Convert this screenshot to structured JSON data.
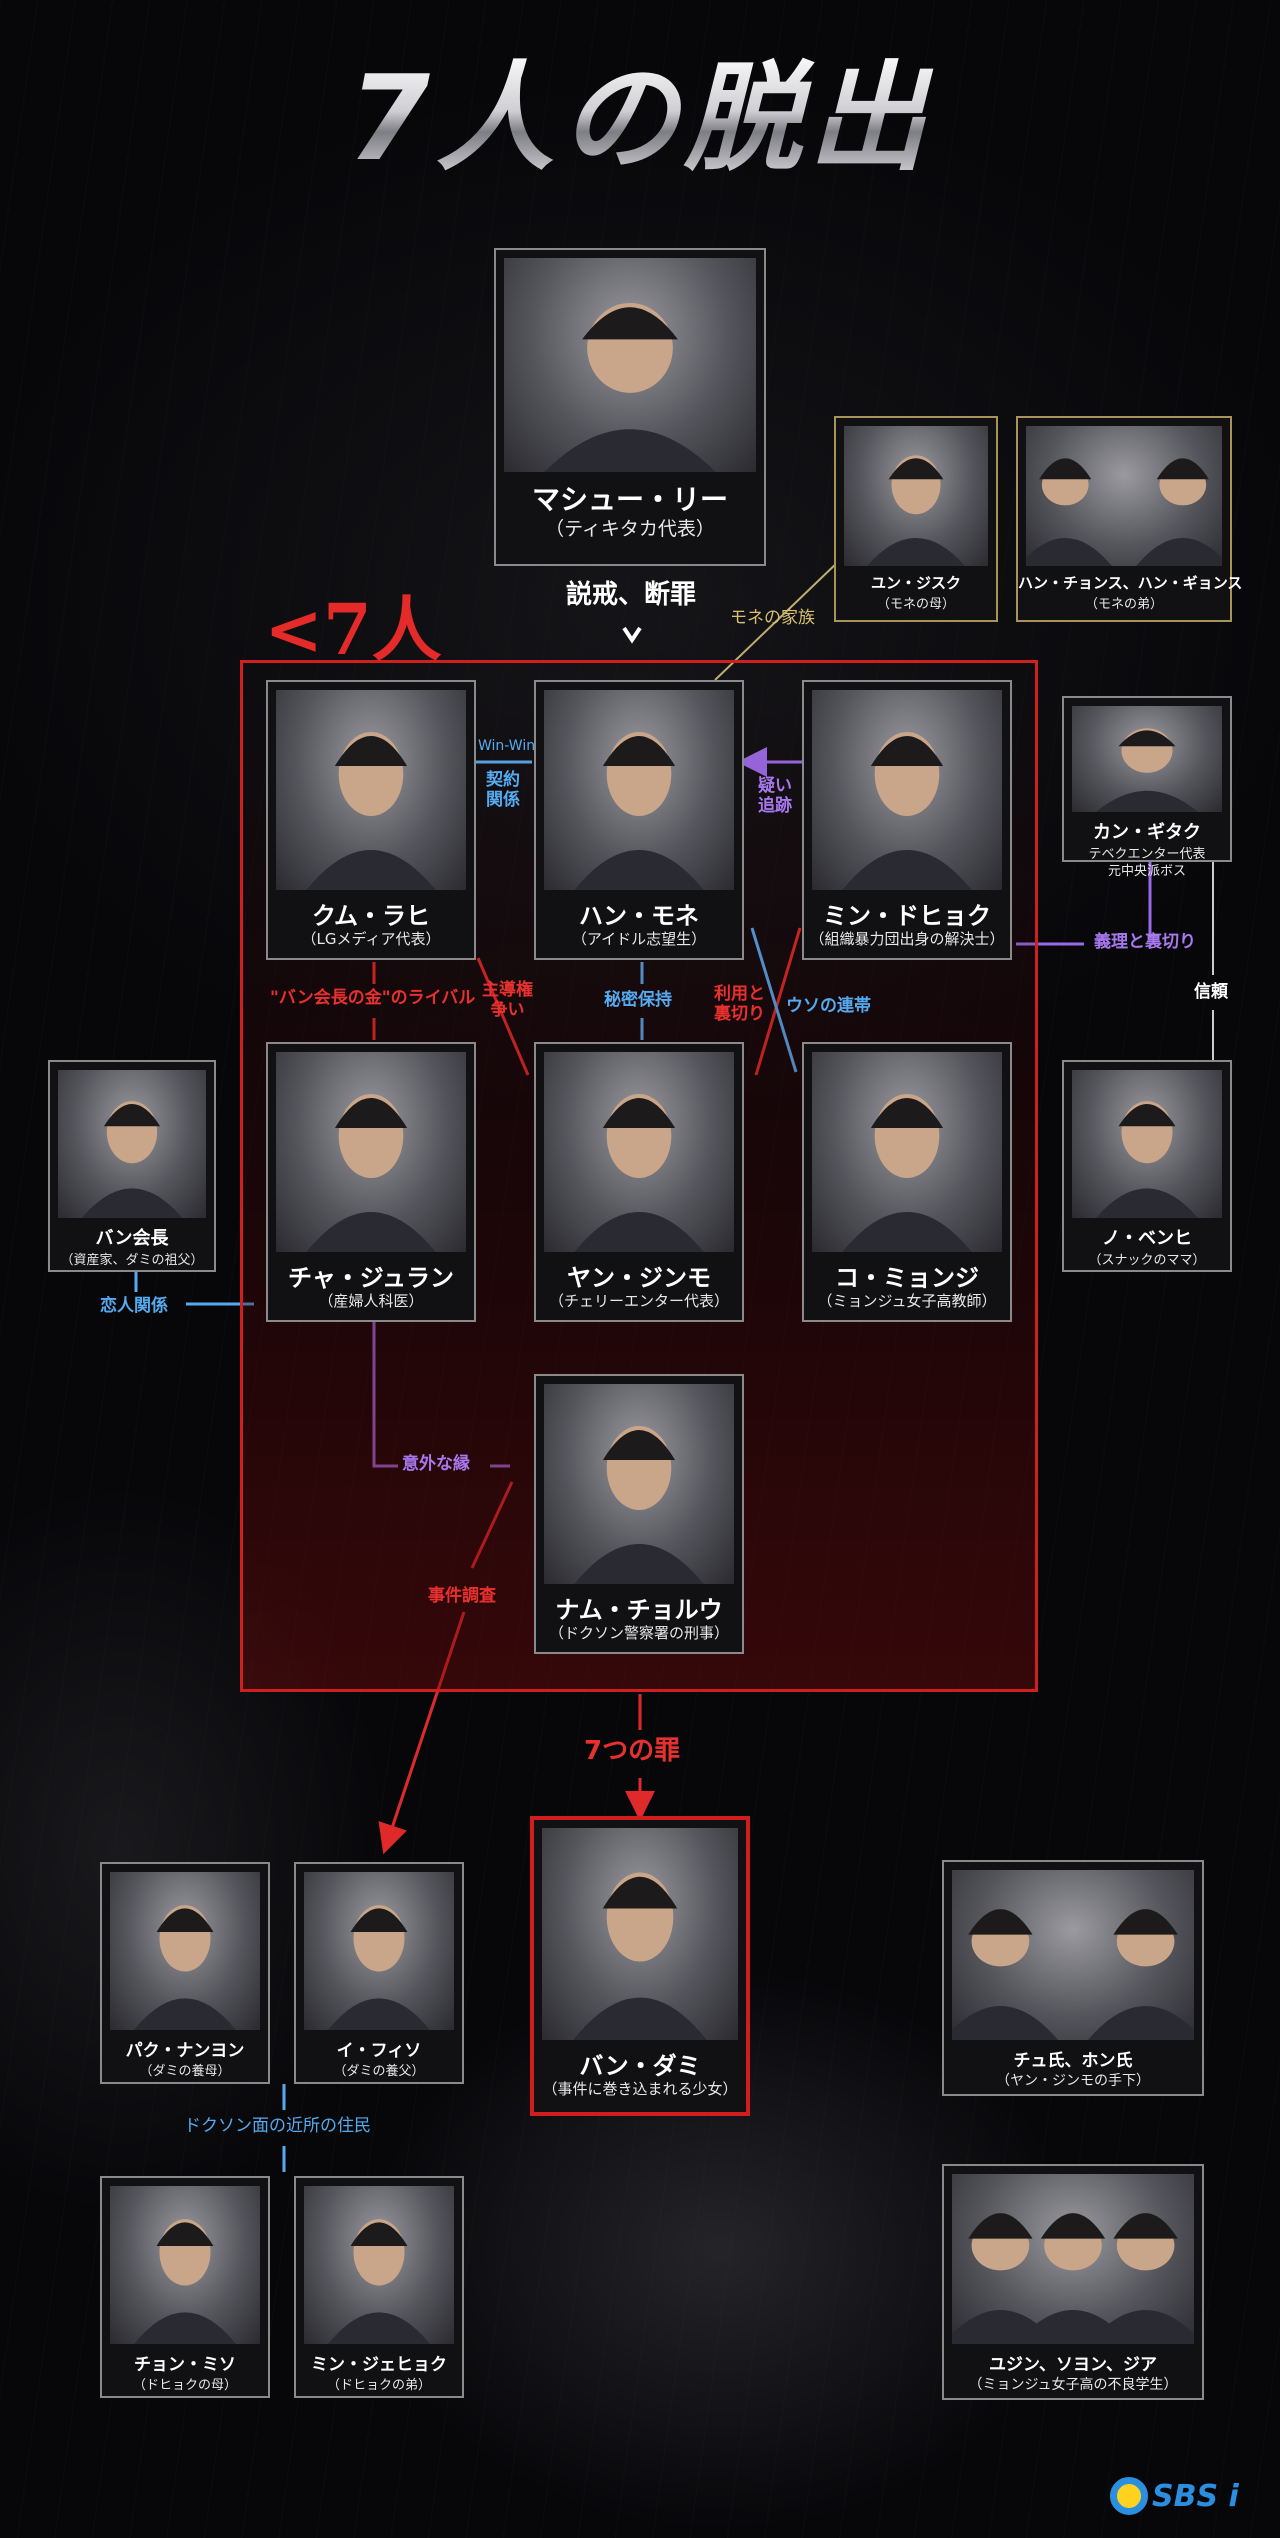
{
  "title": "7人の脱出",
  "group_label": "<7人>",
  "colors": {
    "red": "#e8312f",
    "blue": "#55aaf0",
    "purple": "#a878ee",
    "gold": "#d8c070"
  },
  "characters": [
    {
      "id": "matthew-lee",
      "name": "マシュー・リー",
      "role": "（ティキタカ代表）"
    },
    {
      "id": "yun-jisuk",
      "name": "ユン・ジスク",
      "role": "（モネの母）"
    },
    {
      "id": "han-brothers",
      "name": "ハン・チョンス、ハン・ギョンス",
      "role": "（モネの弟）"
    },
    {
      "id": "kum-rahi",
      "name": "クム・ラヒ",
      "role": "（LGメディア代表）"
    },
    {
      "id": "han-mone",
      "name": "ハン・モネ",
      "role": "（アイドル志望生）"
    },
    {
      "id": "min-dohyuk",
      "name": "ミン・ドヒョク",
      "role": "（組織暴力団出身の解決士）"
    },
    {
      "id": "kang-kitak",
      "name": "カン・ギタク",
      "role": "テベクエンター代表",
      "role2": "元中央派ボス"
    },
    {
      "id": "ban-chairman",
      "name": "バン会長",
      "role": "（資産家、ダミの祖父）"
    },
    {
      "id": "cha-juran",
      "name": "チャ・ジュラン",
      "role": "（産婦人科医）"
    },
    {
      "id": "yang-jinmo",
      "name": "ヤン・ジンモ",
      "role": "（チェリーエンター代表）"
    },
    {
      "id": "ko-myungji",
      "name": "コ・ミョンジ",
      "role": "（ミョンジュ女子高教師）"
    },
    {
      "id": "no-benhi",
      "name": "ノ・ベンヒ",
      "role": "（スナックのママ）"
    },
    {
      "id": "nam-cheolwoo",
      "name": "ナム・チョルウ",
      "role": "（ドクソン警察署の刑事）"
    },
    {
      "id": "bang-dami",
      "name": "バン・ダミ",
      "role": "（事件に巻き込まれる少女）"
    },
    {
      "id": "park-nanyeon",
      "name": "パク・ナンヨン",
      "role": "（ダミの養母）"
    },
    {
      "id": "lee-hwiso",
      "name": "イ・フィソ",
      "role": "（ダミの養父）"
    },
    {
      "id": "ju-hon",
      "name": "チュ氏、ホン氏",
      "role": "（ヤン・ジンモの手下）"
    },
    {
      "id": "jeon-mijo",
      "name": "チョン・ミソ",
      "role": "（ドヒョクの母）"
    },
    {
      "id": "min-jaehyuk",
      "name": "ミン・ジェヒョク",
      "role": "（ドヒョクの弟）"
    },
    {
      "id": "students",
      "name": "ユジン、ソヨン、ジア",
      "role": "（ミョンジュ女子高の不良学生）"
    }
  ],
  "relations": [
    {
      "id": "sermon",
      "text": "説戒、断罪"
    },
    {
      "id": "mone-family",
      "text": "モネの家族"
    },
    {
      "id": "winwin",
      "text": "Win-Win"
    },
    {
      "id": "contract",
      "text": "契約\n関係"
    },
    {
      "id": "doubt",
      "text": "疑い\n追跡"
    },
    {
      "id": "loyalty",
      "text": "義理と裏切り"
    },
    {
      "id": "trust",
      "text": "信頼"
    },
    {
      "id": "rival",
      "text": "\"バン会長の金\"のライバル"
    },
    {
      "id": "leadership",
      "text": "主導権\n争い"
    },
    {
      "id": "secret",
      "text": "秘密保持"
    },
    {
      "id": "use-betray",
      "text": "利用と\n裏切り"
    },
    {
      "id": "lie-bond",
      "text": "ウソの連帯"
    },
    {
      "id": "lovers",
      "text": "恋人関係"
    },
    {
      "id": "unexpected",
      "text": "意外な縁"
    },
    {
      "id": "investigation",
      "text": "事件調査"
    },
    {
      "id": "seven-sins",
      "text": "7つの罪"
    },
    {
      "id": "neighbors",
      "text": "ドクソン面の近所の住民"
    }
  ],
  "logo": {
    "text": "SBS i"
  }
}
